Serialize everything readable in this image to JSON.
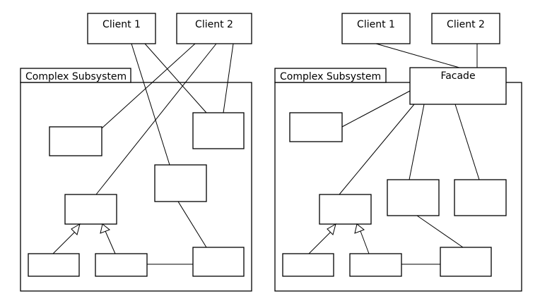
{
  "left_diagram": {
    "package_label": "Complex Subsystem",
    "client_1": "Client 1",
    "client_2": "Client 2"
  },
  "right_diagram": {
    "package_label": "Complex Subsystem",
    "client_1": "Client 1",
    "client_2": "Client 2",
    "facade_label": "Facade"
  },
  "colors": {
    "line": "#000000",
    "background": "#ffffff"
  }
}
